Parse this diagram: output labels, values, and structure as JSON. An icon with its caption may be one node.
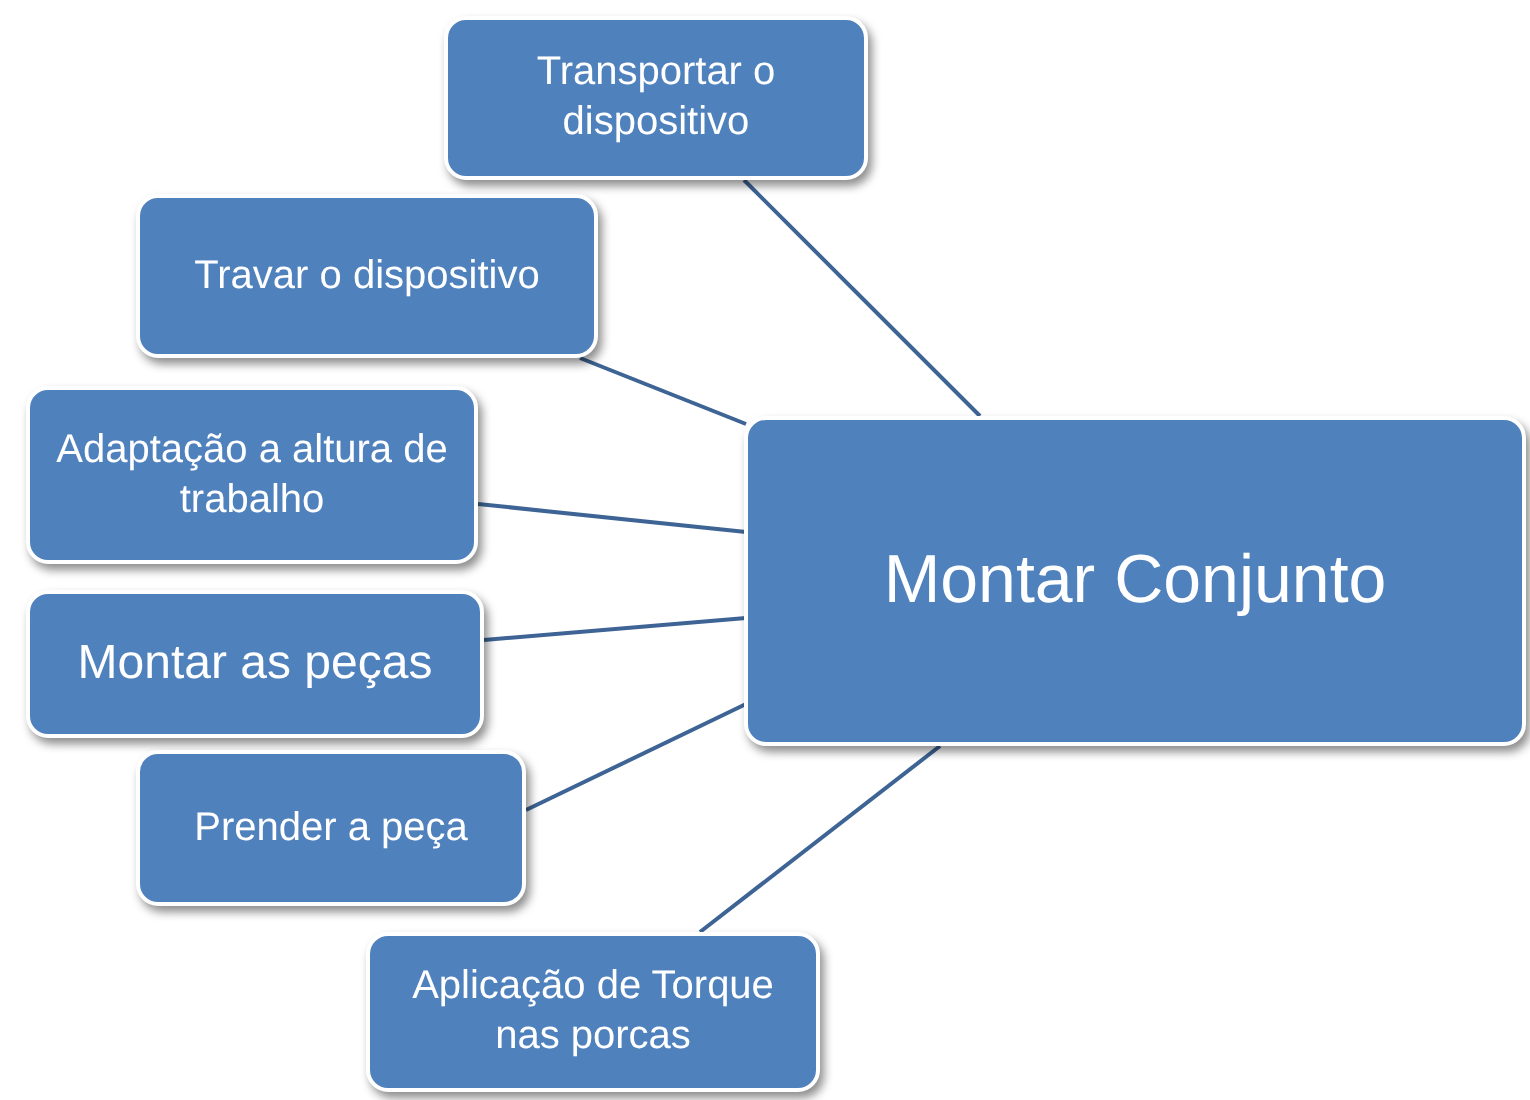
{
  "diagram": {
    "nodes": [
      {
        "text": [
          "Transportar o dispositivo"
        ]
      },
      {
        "text": [
          "Travar o dispositivo"
        ]
      },
      {
        "text": [
          "Adaptação a altura de trabalho"
        ]
      },
      {
        "text": [
          "Montar Conjunto"
        ]
      },
      {
        "text": [
          "Montar as peças"
        ]
      },
      {
        "text": [
          "Prender a peça"
        ]
      },
      {
        "text": [
          "Aplicação de Torque nas porcas"
        ]
      }
    ],
    "edges": [
      {
        "from": 3,
        "to": 0,
        "arrow": "none"
      },
      {
        "from": 3,
        "to": 1,
        "arrow": "none"
      },
      {
        "from": 3,
        "to": 2,
        "arrow": "none"
      },
      {
        "from": 3,
        "to": 4,
        "arrow": "none"
      },
      {
        "from": 3,
        "to": 5,
        "arrow": "none"
      },
      {
        "from": 3,
        "to": 6,
        "arrow": "none"
      }
    ]
  }
}
